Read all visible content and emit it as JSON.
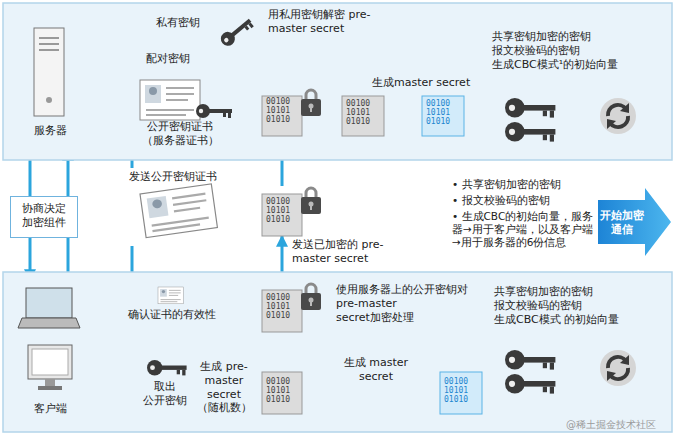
{
  "diagram": {
    "nodes": [
      {
        "text": [
          "私有密钥"
        ]
      },
      {
        "text": [
          "公开密钥证书 （服务器证书）"
        ]
      },
      {
        "text": [
          "服务器"
        ]
      },
      {
        "text": [
          "00100 10101 01010"
        ]
      },
      {
        "text": [
          "00100 10101 01010"
        ]
      },
      {
        "text": [
          "00100 10101 01010"
        ]
      },
      {
        "text": [
          "共享密钥加密的密钥 报文校验码的密钥 生成CBC模式¹的初始向量"
        ]
      },
      {
        "text": [
          "协商决定加密组件"
        ]
      },
      {
        "text": [
          "发送公开密钥证书"
        ]
      },
      {
        "text": [
          "00100 10101 01010"
        ]
      },
      {
        "text": [
          "开始加密通信"
        ]
      },
      {
        "text": [
          "确认证书的有效性"
        ]
      },
      {
        "text": [
          "00100 10101 01010"
        ]
      },
      {
        "text": [
          "取出 公开密钥"
        ]
      },
      {
        "text": [
          "00100 10101 01010"
        ]
      },
      {
        "text": [
          "00100 10101 01010"
        ]
      },
      {
        "text": [
          "共享密钥加密的密钥 报文校验码的密钥 生成CBC模式 的初始向量"
        ]
      },
      {
        "text": [
          "客户端"
        ]
      }
    ],
    "edges": [
      {
        "from": 2,
        "to": 17,
        "arrow": "to"
      },
      {
        "from": 17,
        "to": 2,
        "arrow": "to"
      },
      {
        "from": 1,
        "to": 0,
        "label": "配对密钥",
        "arrow": "both"
      },
      {
        "from": 0,
        "to": 4,
        "arrow": "to"
      },
      {
        "from": 3,
        "to": 4,
        "arrow": "to"
      },
      {
        "from": 4,
        "to": 5,
        "label": "生成master secret",
        "arrow": "to"
      },
      {
        "from": 5,
        "to": 6,
        "arrow": "to"
      },
      {
        "from": 1,
        "to": 8,
        "arrow": "none"
      },
      {
        "from": 8,
        "to": 11,
        "arrow": "to"
      },
      {
        "from": 13,
        "to": 12,
        "arrow": "to"
      },
      {
        "from": 14,
        "to": 12,
        "arrow": "to"
      },
      {
        "from": 12,
        "to": 9,
        "arrow": "to"
      },
      {
        "from": 9,
        "to": 3,
        "arrow": "to"
      },
      {
        "from": 14,
        "to": 15,
        "label": "生成 master secret",
        "arrow": "to"
      },
      {
        "from": 15,
        "to": 16,
        "arrow": "to"
      }
    ],
    "labels": [
      "用私用密钥解密 pre-master secret",
      "生成 pre-master secret （随机数）",
      "使用服务器上的公开密钥对 pre-master secret加密处理",
      "发送已加密的 pre-master secret",
      "• 共享密钥加密的密钥",
      "• 报文校验码的密钥",
      "• 生成CBC的初始向量，服务器→用于客户端，以及客户端→用于服务器的6份信息",
      "@稀土掘金技术社区"
    ]
  }
}
